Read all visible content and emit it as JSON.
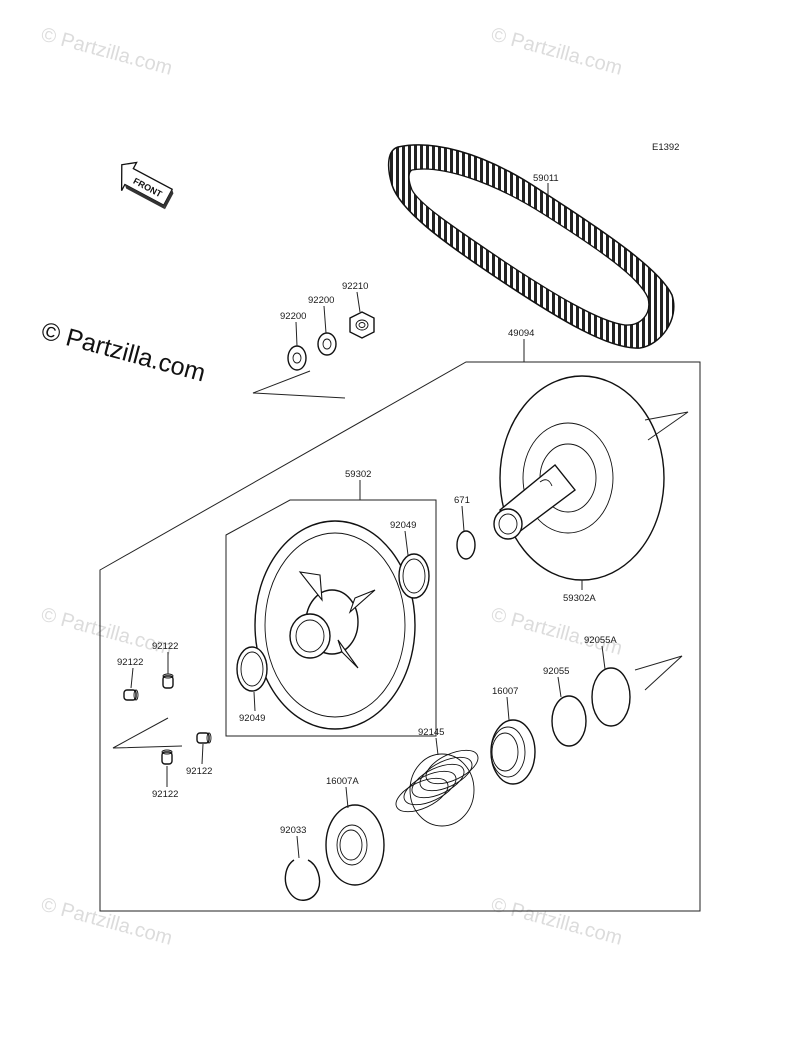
{
  "diagram_code": "E1392",
  "front_label": "FRONT",
  "watermarks": {
    "small": "© Partzilla.com",
    "large": "© Partzilla.com"
  },
  "parts": {
    "p59011": "59011",
    "p49094": "49094",
    "p92210": "92210",
    "p92200a": "92200",
    "p92200b": "92200",
    "p59302": "59302",
    "p671": "671",
    "p92049a": "92049",
    "p92049b": "92049",
    "p59302A": "59302A",
    "p92122a": "92122",
    "p92122b": "92122",
    "p92122c": "92122",
    "p92122d": "92122",
    "p92055A": "92055A",
    "p92055": "92055",
    "p16007": "16007",
    "p92145": "92145",
    "p16007A": "16007A",
    "p92033": "92033"
  }
}
